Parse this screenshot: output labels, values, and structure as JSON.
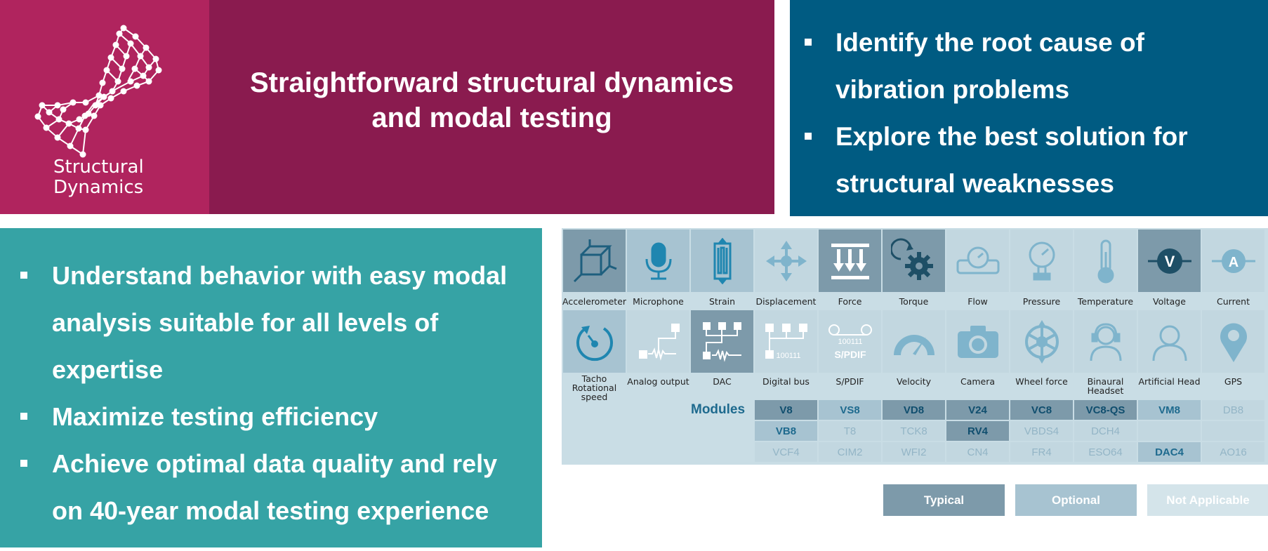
{
  "logo": {
    "line1": "Structural",
    "line2": "Dynamics"
  },
  "title": "Straightforward structural dynamics and modal testing",
  "blue_bullets": [
    "Identify the root cause of vibration problems",
    "Explore the best solution for structural weaknesses"
  ],
  "green_bullets": [
    "Understand behavior with easy modal analysis suitable for all levels of expertise",
    "Maximize testing efficiency",
    "Achieve optimal data quality and rely on 40-year modal testing experience"
  ],
  "sensors_row1": [
    {
      "label": "Accelerometer",
      "status": "typical",
      "icon": "cube-icon"
    },
    {
      "label": "Microphone",
      "status": "optional",
      "icon": "microphone-icon"
    },
    {
      "label": "Strain",
      "status": "optional",
      "icon": "strain-gauge-icon"
    },
    {
      "label": "Displacement",
      "status": "na",
      "icon": "move-arrows-icon"
    },
    {
      "label": "Force",
      "status": "typical",
      "icon": "force-icon"
    },
    {
      "label": "Torque",
      "status": "typical",
      "icon": "gear-icon"
    },
    {
      "label": "Flow",
      "status": "na",
      "icon": "flow-meter-icon"
    },
    {
      "label": "Pressure",
      "status": "na",
      "icon": "pressure-gauge-icon"
    },
    {
      "label": "Temperature",
      "status": "na",
      "icon": "thermometer-icon"
    },
    {
      "label": "Voltage",
      "status": "typical",
      "icon": "voltage-icon"
    },
    {
      "label": "Current",
      "status": "na",
      "icon": "current-icon"
    }
  ],
  "sensors_row2": [
    {
      "label1": "Tacho",
      "label2": "Rotational speed",
      "status": "optional",
      "icon": "tacho-icon"
    },
    {
      "label1": "Analog output",
      "label2": "",
      "status": "na",
      "icon": "analog-output-icon"
    },
    {
      "label1": "DAC",
      "label2": "",
      "status": "typical",
      "icon": "dac-icon"
    },
    {
      "label1": "Digital bus",
      "label2": "",
      "status": "na",
      "icon": "digital-bus-icon"
    },
    {
      "label1": "S/PDIF",
      "label2": "",
      "status": "na",
      "icon": "spdif-icon"
    },
    {
      "label1": "Velocity",
      "label2": "",
      "status": "na",
      "icon": "speedometer-icon"
    },
    {
      "label1": "Camera",
      "label2": "",
      "status": "na",
      "icon": "camera-icon"
    },
    {
      "label1": "Wheel force",
      "label2": "",
      "status": "na",
      "icon": "wheel-icon"
    },
    {
      "label1": "Binaural Headset",
      "label2": "",
      "status": "na",
      "icon": "headset-icon"
    },
    {
      "label1": "Artificial Head",
      "label2": "",
      "status": "na",
      "icon": "head-icon"
    },
    {
      "label1": "GPS",
      "label2": "",
      "status": "na",
      "icon": "gps-pin-icon"
    }
  ],
  "modules_label": "Modules",
  "modules": [
    [
      {
        "name": "V8",
        "status": "typical"
      },
      {
        "name": "VS8",
        "status": "optional"
      },
      {
        "name": "VD8",
        "status": "typical"
      },
      {
        "name": "V24",
        "status": "typical"
      },
      {
        "name": "VC8",
        "status": "typical"
      },
      {
        "name": "VC8-QS",
        "status": "typical"
      },
      {
        "name": "VM8",
        "status": "optional"
      },
      {
        "name": "DB8",
        "status": "na"
      }
    ],
    [
      {
        "name": "VB8",
        "status": "optional"
      },
      {
        "name": "T8",
        "status": "na"
      },
      {
        "name": "TCK8",
        "status": "na"
      },
      {
        "name": "RV4",
        "status": "typical"
      },
      {
        "name": "VBDS4",
        "status": "na"
      },
      {
        "name": "DCH4",
        "status": "na"
      },
      {
        "name": "",
        "status": "na"
      },
      {
        "name": "",
        "status": "na"
      }
    ],
    [
      {
        "name": "VCF4",
        "status": "na"
      },
      {
        "name": "CIM2",
        "status": "na"
      },
      {
        "name": "WFI2",
        "status": "na"
      },
      {
        "name": "CN4",
        "status": "na"
      },
      {
        "name": "FR4",
        "status": "na"
      },
      {
        "name": "ESO64",
        "status": "na"
      },
      {
        "name": "DAC4",
        "status": "optional"
      },
      {
        "name": "AO16",
        "status": "na"
      }
    ]
  ],
  "legend": {
    "typical": "Typical",
    "optional": "Optional",
    "na": "Not Applicable"
  },
  "colors": {
    "logo_bg": "#b0245e",
    "title_bg": "#8a1b4f",
    "blue_bg": "#005b82",
    "green_bg": "#36a3a5",
    "typical": "#7d9aaa",
    "optional": "#a7c3d1",
    "na": "#c2d7e0"
  }
}
